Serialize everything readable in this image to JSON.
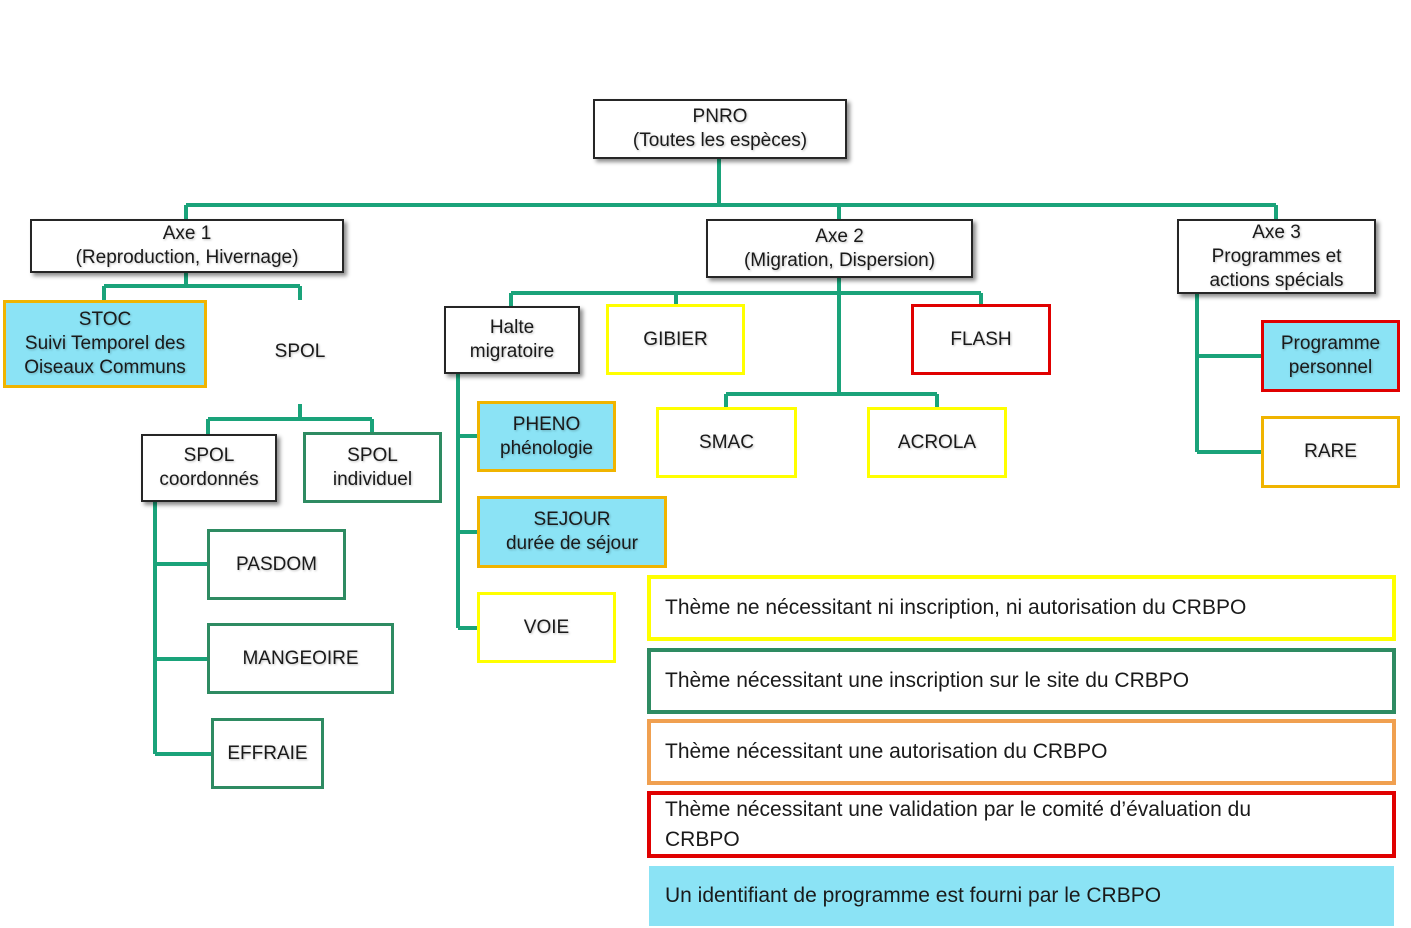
{
  "nodes": {
    "pnro": {
      "l1": "PNRO",
      "l2": "(Toutes les espèces)"
    },
    "axe1": {
      "l1": "Axe 1",
      "l2": "(Reproduction, Hivernage)"
    },
    "axe2": {
      "l1": "Axe 2",
      "l2": "(Migration, Dispersion)"
    },
    "axe3": {
      "l1": "Axe 3",
      "l2": "Programmes et",
      "l3": "actions spécials"
    },
    "stoc": {
      "l1": "STOC",
      "l2": "Suivi Temporel des",
      "l3": "Oiseaux Communs"
    },
    "spol": {
      "l1": "SPOL"
    },
    "spol_coord": {
      "l1": "SPOL",
      "l2": "coordonnés"
    },
    "spol_indiv": {
      "l1": "SPOL",
      "l2": "individuel"
    },
    "pasdom": {
      "l1": "PASDOM"
    },
    "mangeoire": {
      "l1": "MANGEOIRE"
    },
    "effraie": {
      "l1": "EFFRAIE"
    },
    "halte": {
      "l1": "Halte",
      "l2": "migratoire"
    },
    "pheno": {
      "l1": "PHENO",
      "l2": "phénologie"
    },
    "sejour": {
      "l1": "SEJOUR",
      "l2": "durée de séjour"
    },
    "voie": {
      "l1": "VOIE"
    },
    "gibier": {
      "l1": "GIBIER"
    },
    "flash": {
      "l1": "FLASH"
    },
    "smac": {
      "l1": "SMAC"
    },
    "acrola": {
      "l1": "ACROLA"
    },
    "prog_perso": {
      "l1": "Programme",
      "l2": "personnel"
    },
    "rare": {
      "l1": "RARE"
    }
  },
  "legend": {
    "yellow": "Thème ne nécessitant ni inscription, ni autorisation du CRBPO",
    "green": "Thème nécessitant une inscription sur le site du CRBPO",
    "orange": "Thème nécessitant une autorisation du CRBPO",
    "red": "Thème nécessitant une validation par le comité d’évaluation du CRBPO",
    "blue": "Un identifiant de programme est fourni par le CRBPO"
  },
  "colors": {
    "connector": "#1aa37a",
    "no_registration": "#ffff00",
    "registration": "#2e8b62",
    "authorisation": "#f0b400",
    "committee_validation": "#e00000",
    "programme_id": "#8be3f5"
  }
}
